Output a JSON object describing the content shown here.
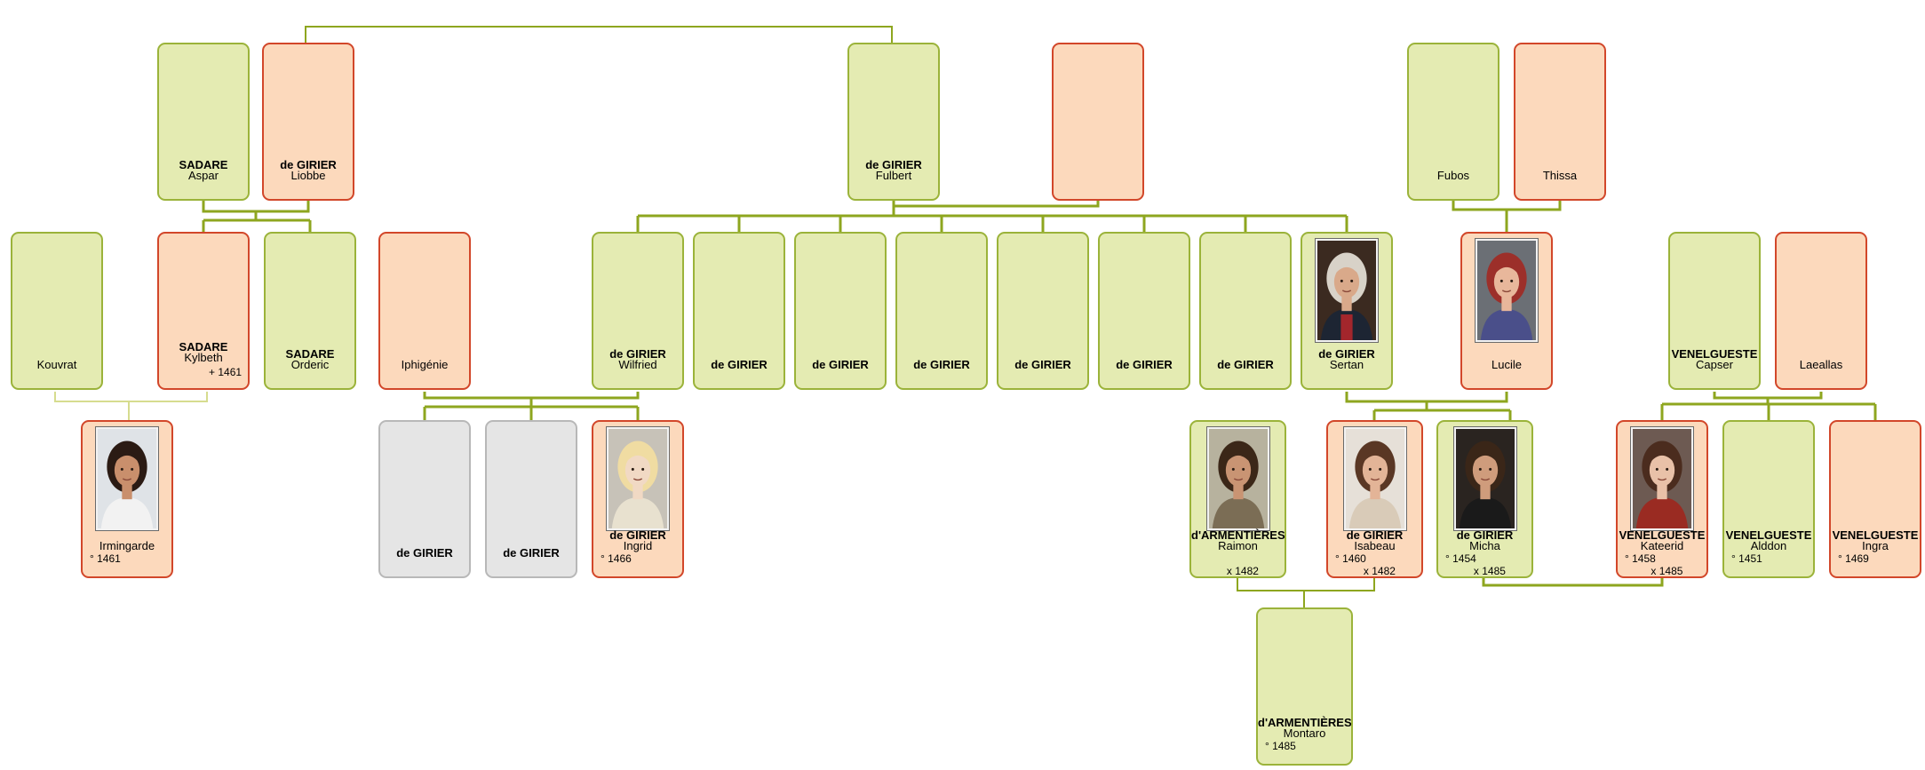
{
  "colors": {
    "male_fill": "#e4ebb2",
    "male_border": "#9bb33a",
    "female_fill": "#fcd9bc",
    "female_border": "#d2472a",
    "unknown_fill": "#e5e5e5",
    "unknown_border": "#b8b8b8",
    "connector": "#8ea61f"
  },
  "people": [
    {
      "id": "aspar",
      "surname": "SADARE",
      "given": "Aspar",
      "sex": "male"
    },
    {
      "id": "liobbe",
      "surname": "de GIRIER",
      "given": "Liobbe",
      "sex": "female"
    },
    {
      "id": "fulbert",
      "surname": "de GIRIER",
      "given": "Fulbert",
      "sex": "male"
    },
    {
      "id": "fulbert_wife",
      "surname": "",
      "given": "",
      "sex": "female"
    },
    {
      "id": "fubos",
      "surname": "",
      "given": "Fubos",
      "sex": "male"
    },
    {
      "id": "thissa",
      "surname": "",
      "given": "Thissa",
      "sex": "female"
    },
    {
      "id": "kouvrat",
      "surname": "",
      "given": "Kouvrat",
      "sex": "male"
    },
    {
      "id": "kylbeth",
      "surname": "SADARE",
      "given": "Kylbeth",
      "sex": "female",
      "death": "+ 1461"
    },
    {
      "id": "orderic",
      "surname": "SADARE",
      "given": "Orderic",
      "sex": "male"
    },
    {
      "id": "iphigenie",
      "surname": "",
      "given": "Iphigénie",
      "sex": "female"
    },
    {
      "id": "wilfried",
      "surname": "de GIRIER",
      "given": "Wilfried",
      "sex": "male"
    },
    {
      "id": "dg1",
      "surname": "de GIRIER",
      "given": "",
      "sex": "male"
    },
    {
      "id": "dg2",
      "surname": "de GIRIER",
      "given": "",
      "sex": "male"
    },
    {
      "id": "dg3",
      "surname": "de GIRIER",
      "given": "",
      "sex": "male"
    },
    {
      "id": "dg4",
      "surname": "de GIRIER",
      "given": "",
      "sex": "male"
    },
    {
      "id": "dg5",
      "surname": "de GIRIER",
      "given": "",
      "sex": "male"
    },
    {
      "id": "dg6",
      "surname": "de GIRIER",
      "given": "",
      "sex": "male"
    },
    {
      "id": "sertan",
      "surname": "de GIRIER",
      "given": "Sertan",
      "sex": "male",
      "photo": "old-man"
    },
    {
      "id": "lucile",
      "surname": "",
      "given": "Lucile",
      "sex": "female",
      "photo": "woman-red"
    },
    {
      "id": "capser",
      "surname": "VENELGUESTE",
      "given": "Capser",
      "sex": "male"
    },
    {
      "id": "laeallas",
      "surname": "",
      "given": "Laeallas",
      "sex": "female"
    },
    {
      "id": "irmingarde",
      "surname": "",
      "given": "Irmingarde",
      "sex": "female",
      "birth": "° 1461",
      "photo": "woman-dark"
    },
    {
      "id": "dgu1",
      "surname": "de GIRIER",
      "given": "",
      "sex": "unknown"
    },
    {
      "id": "dgu2",
      "surname": "de GIRIER",
      "given": "",
      "sex": "unknown"
    },
    {
      "id": "ingrid",
      "surname": "de GIRIER",
      "given": "Ingrid",
      "sex": "female",
      "birth": "° 1466",
      "photo": "woman-blonde"
    },
    {
      "id": "raimon",
      "surname": "d'ARMENTIÈRES",
      "given": "Raimon",
      "sex": "male",
      "marriage": "x 1482",
      "photo": "man-brown"
    },
    {
      "id": "isabeau",
      "surname": "de GIRIER",
      "given": "Isabeau",
      "sex": "female",
      "birth": "° 1460",
      "marriage": "x 1482",
      "photo": "woman-brunette"
    },
    {
      "id": "micha",
      "surname": "de GIRIER",
      "given": "Micha",
      "sex": "male",
      "birth": "° 1454",
      "marriage": "x 1485",
      "photo": "man-smile"
    },
    {
      "id": "kateerid",
      "surname": "VENELGUESTE",
      "given": "Kateerid",
      "sex": "female",
      "birth": "° 1458",
      "marriage": "x 1485",
      "photo": "woman-red-dress"
    },
    {
      "id": "alddon",
      "surname": "VENELGUESTE",
      "given": "Alddon",
      "sex": "male",
      "birth": "° 1451"
    },
    {
      "id": "ingra",
      "surname": "VENELGUESTE",
      "given": "Ingra",
      "sex": "female",
      "birth": "° 1469"
    },
    {
      "id": "montaro",
      "surname": "d'ARMENTIÈRES",
      "given": "Montaro",
      "sex": "male",
      "birth": "° 1485"
    }
  ]
}
